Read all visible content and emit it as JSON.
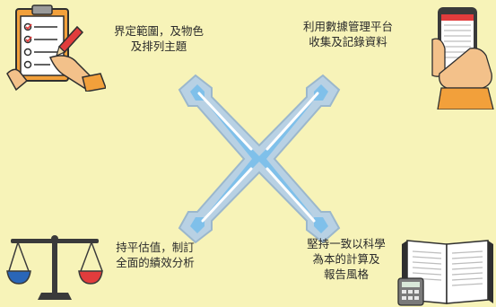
{
  "captions": {
    "top_left": [
      "界定範圍，及物色",
      "及排列主題"
    ],
    "top_right": [
      "利用數據管理平台",
      "收集及記錄資料"
    ],
    "bottom_left": [
      "持平估值，制訂",
      "全面的績效分析"
    ],
    "bottom_right": [
      "堅持一致以科學",
      "為本的計算及",
      "報告風格"
    ]
  },
  "icons": {
    "top_left": "clipboard-checklist-icon",
    "top_right": "smartphone-in-hand-icon",
    "bottom_left": "balance-scale-icon",
    "bottom_right": "open-book-calculator-icon",
    "center": "crossed-bones-x-icon"
  },
  "colors": {
    "background": "#f7f3b8",
    "cross_outline": "#b8d1e4",
    "cross_fill": "#7fc0ea",
    "cross_highlight": "#ffffff",
    "orange": "#f2a03b",
    "red": "#e13c3c",
    "blue_pan": "#2a66b8",
    "dark": "#2f2f2f"
  }
}
